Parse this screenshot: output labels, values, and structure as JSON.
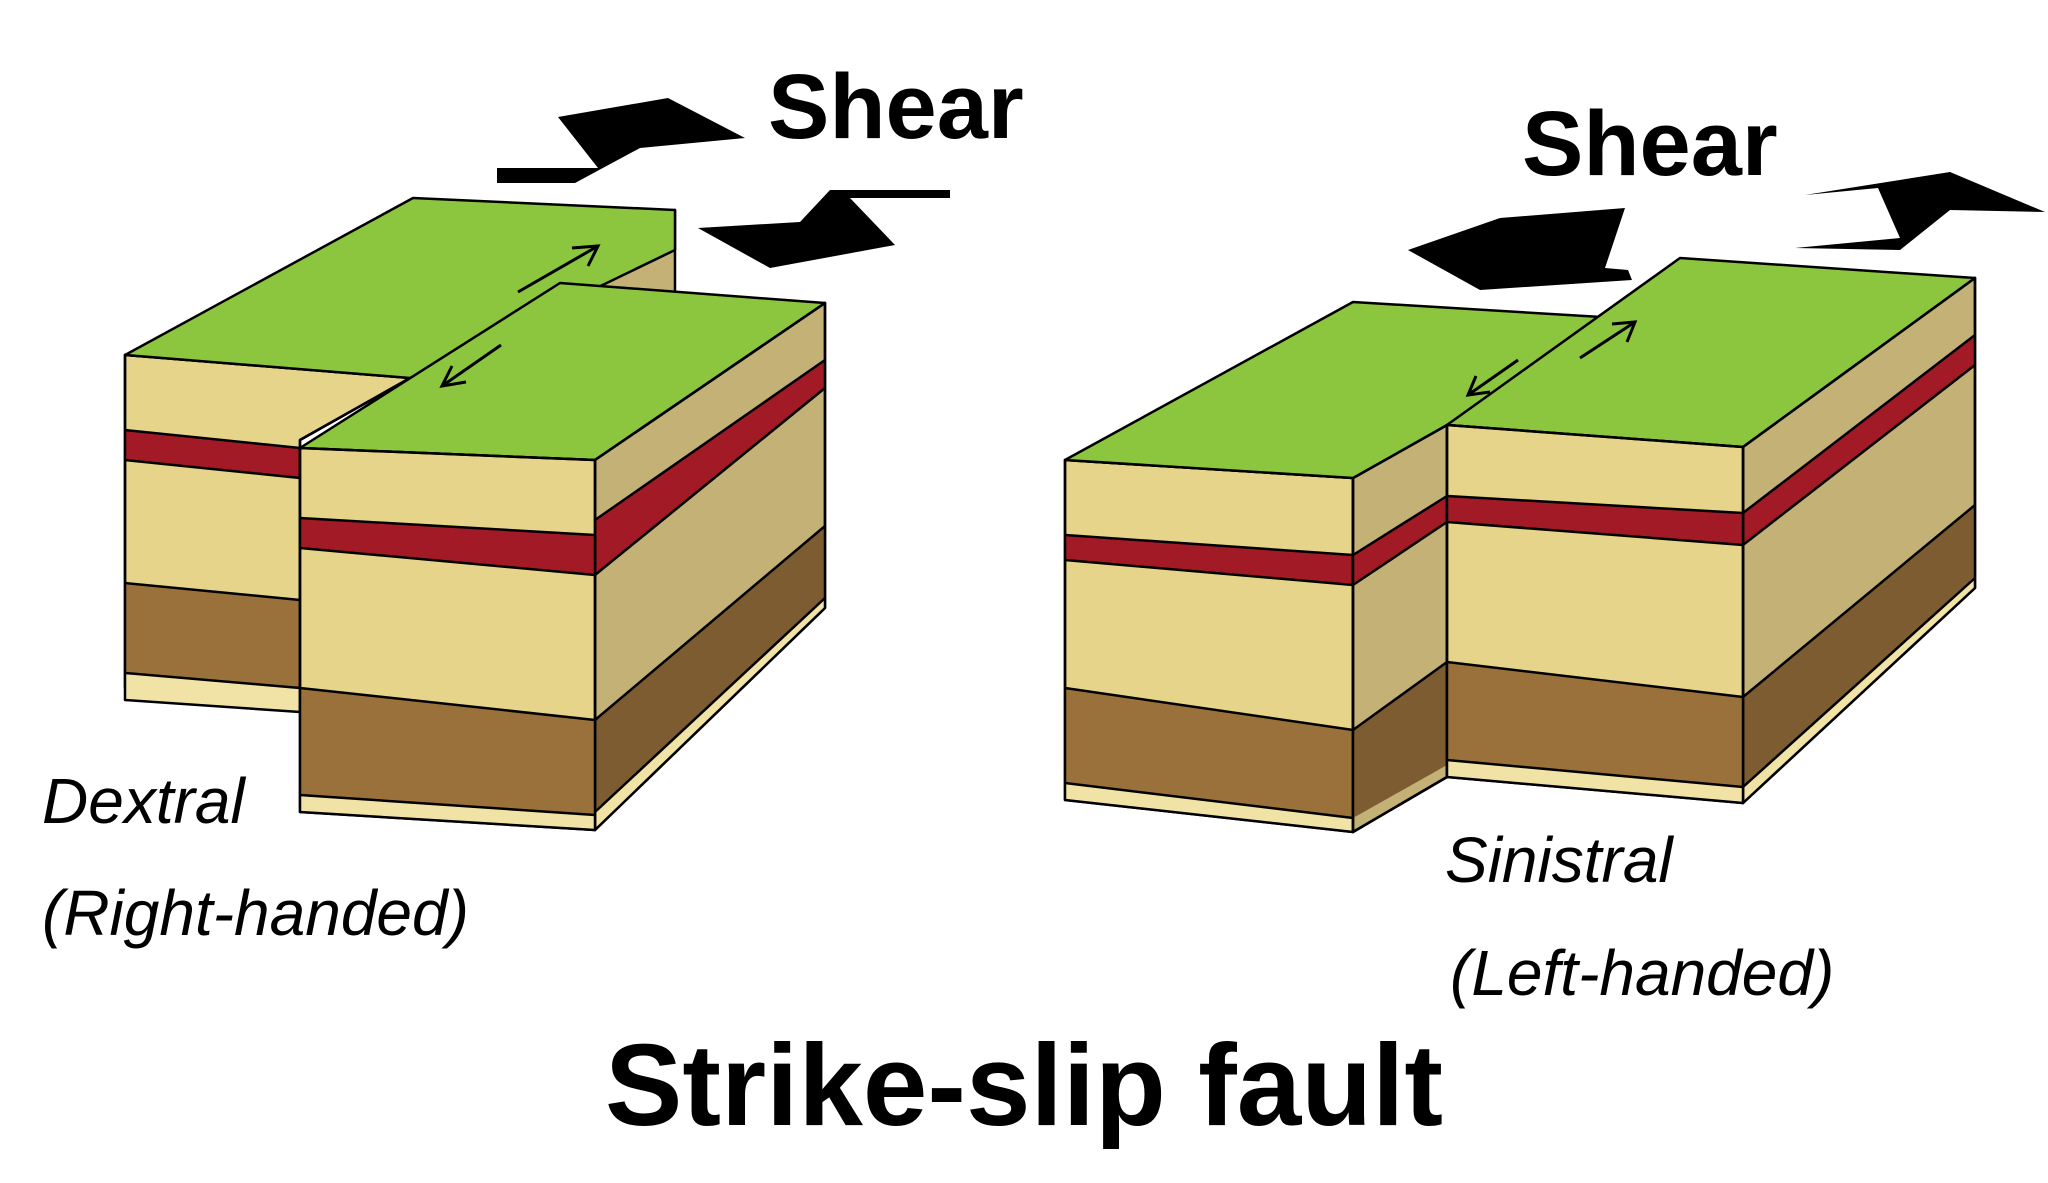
{
  "title": "Strike-slip fault",
  "colors": {
    "grass": "#8cc63f",
    "sand_front": "#e5d48a",
    "sand_side": "#c4b176",
    "red_layer": "#a11a25",
    "red_layer_side": "#8a1620",
    "brown_front": "#9b713b",
    "brown_side": "#7e5c31",
    "base_front": "#f1e3a6",
    "arrow": "#000000"
  },
  "left_diagram": {
    "shear_label": "Shear",
    "type_label": "Dextral",
    "hand_label": "(Right-handed)"
  },
  "right_diagram": {
    "shear_label": "Shear",
    "type_label": "Sinistral",
    "hand_label": "(Left-handed)"
  }
}
